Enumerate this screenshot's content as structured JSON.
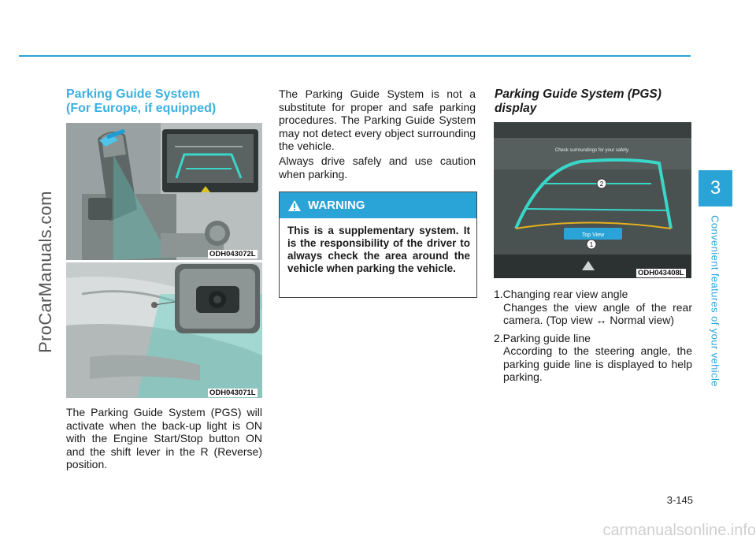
{
  "side_watermark": "ProCarManuals.com",
  "chapter": {
    "number": "3",
    "title": "Convenient features of your vehicle"
  },
  "section_title": [
    "Parking Guide System",
    "(For Europe, if equipped)"
  ],
  "images": {
    "shift_lever": {
      "code": "ODH043072L"
    },
    "rear_camera": {
      "code": "ODH043071L"
    },
    "pgs_display": {
      "code": "ODH043408L",
      "screen_text": "Check surroundings for your safety.",
      "button_label": "Top View",
      "callout_1": "1",
      "callout_2": "2"
    }
  },
  "left_paragraph": "The Parking Guide System (PGS) will activate when the back-up light is ON with the Engine Start/Stop button ON and the shift lever in the R (Reverse) position.",
  "middle_paragraphs": [
    "The Parking Guide System is not a substitute for proper and safe parking procedures. The Parking Guide System may not detect every object surrounding the vehicle.",
    "Always drive safely and use caution when parking."
  ],
  "warning": {
    "label": "WARNING",
    "text": "This is a supplementary system. It is the responsibility of the driver to always check the area around the vehicle when parking the vehicle."
  },
  "display_section": {
    "title": "Parking Guide System (PGS) display",
    "items": [
      {
        "title": "1.Changing rear view angle",
        "desc": "Changes the view angle of the rear camera. (Top view ↔ Normal view)"
      },
      {
        "title": "2.Parking guide line",
        "desc": "According to the steering angle, the parking guide line is displayed to help parking."
      }
    ]
  },
  "page_number": "3-145",
  "footer_watermark": "carmanualsonline.info",
  "colors": {
    "accent": "#2aa3d6",
    "title": "#3bb0e0",
    "guide_line": "#39d7c8"
  }
}
